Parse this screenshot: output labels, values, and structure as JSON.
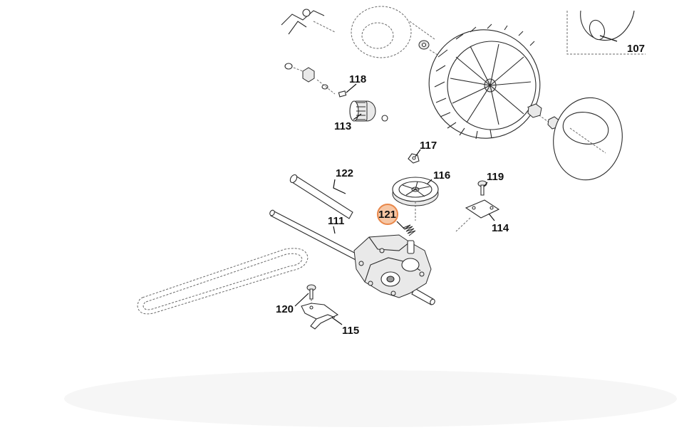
{
  "diagram": {
    "highlight_color": "#e9874a",
    "highlight_fill": "#f6c6a4",
    "selected_part": "121",
    "callouts": [
      {
        "id": "107",
        "label": "107"
      },
      {
        "id": "118",
        "label": "118"
      },
      {
        "id": "113",
        "label": "113"
      },
      {
        "id": "117",
        "label": "117"
      },
      {
        "id": "122",
        "label": "122"
      },
      {
        "id": "116",
        "label": "116"
      },
      {
        "id": "119",
        "label": "119"
      },
      {
        "id": "121",
        "label": "121"
      },
      {
        "id": "111",
        "label": "111"
      },
      {
        "id": "114",
        "label": "114"
      },
      {
        "id": "120",
        "label": "120"
      },
      {
        "id": "115",
        "label": "115"
      }
    ]
  }
}
